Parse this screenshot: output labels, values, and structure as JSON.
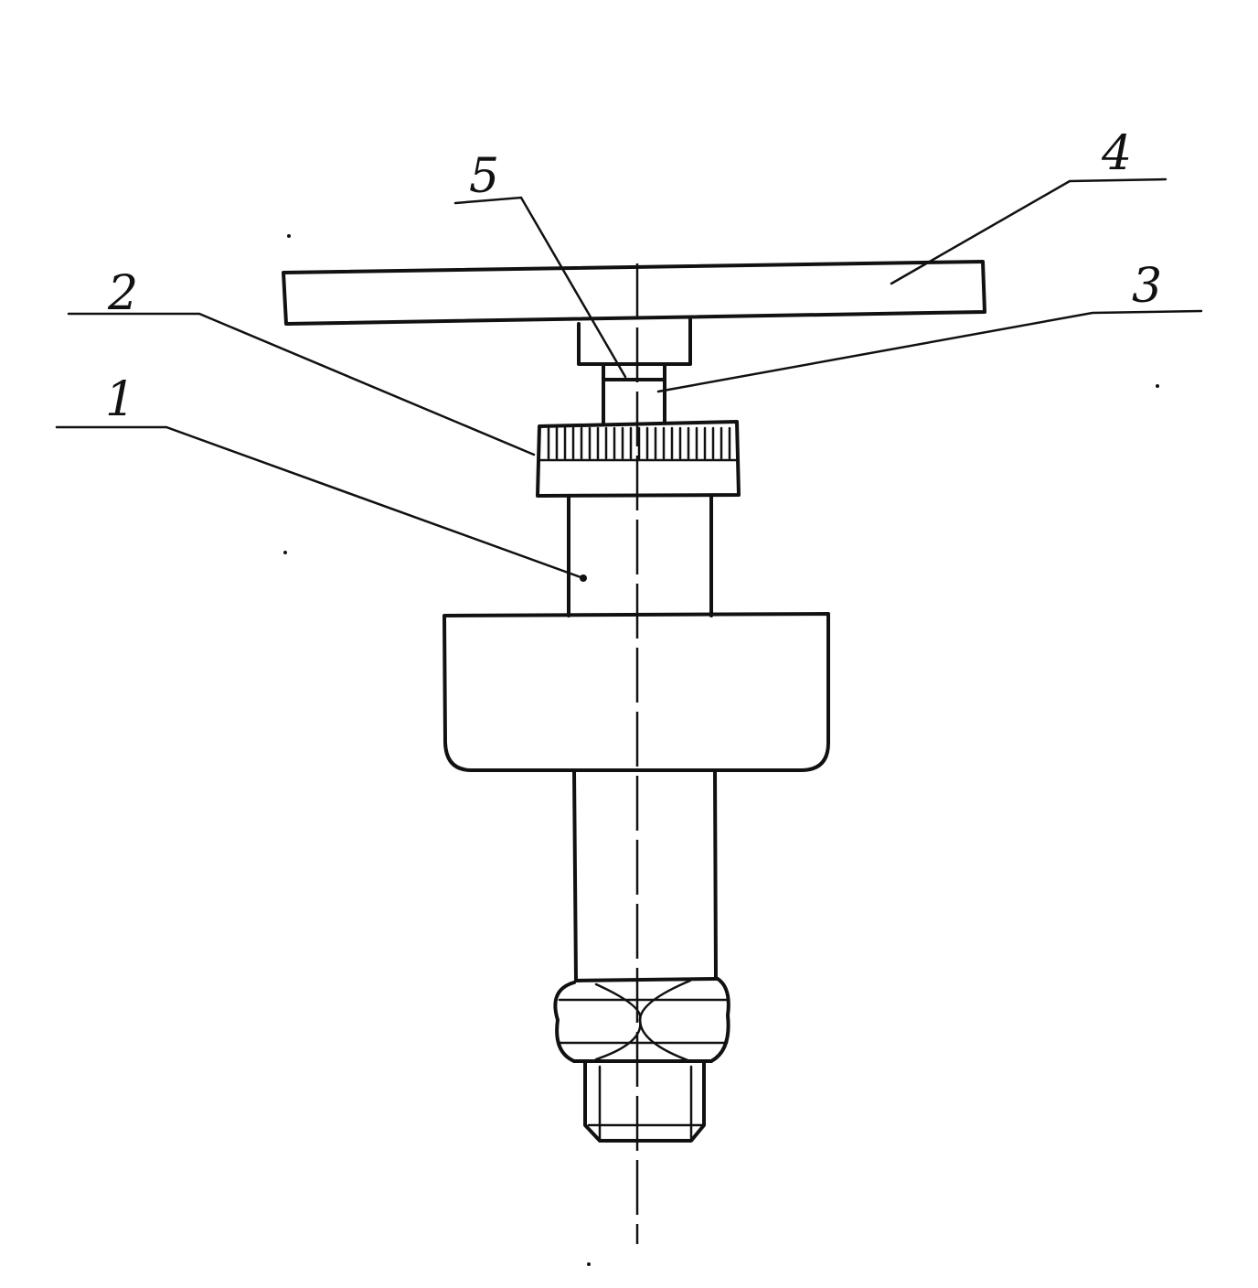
{
  "figure": {
    "labels": [
      {
        "id": "1",
        "text": "1"
      },
      {
        "id": "2",
        "text": "2"
      },
      {
        "id": "3",
        "text": "3"
      },
      {
        "id": "4",
        "text": "4"
      },
      {
        "id": "5",
        "text": "5"
      }
    ]
  },
  "colors": {
    "ink": "#111111",
    "background": "#ffffff"
  }
}
